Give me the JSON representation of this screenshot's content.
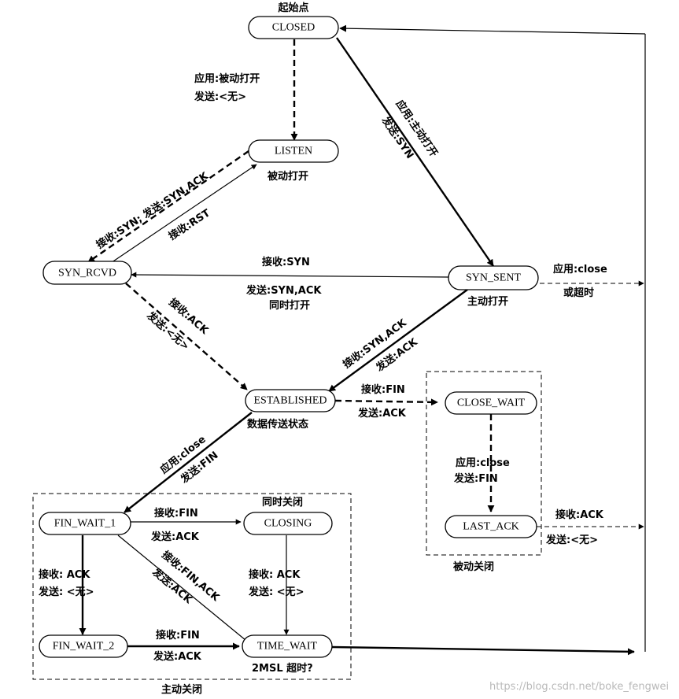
{
  "states": {
    "closed": "CLOSED",
    "listen": "LISTEN",
    "syn_rcvd": "SYN_RCVD",
    "syn_sent": "SYN_SENT",
    "established": "ESTABLISHED",
    "close_wait": "CLOSE_WAIT",
    "last_ack": "LAST_ACK",
    "fin_wait_1": "FIN_WAIT_1",
    "fin_wait_2": "FIN_WAIT_2",
    "closing": "CLOSING",
    "time_wait": "TIME_WAIT"
  },
  "notes": {
    "start_point": "起始点",
    "passive_open": "被动打开",
    "active_open": "主动打开",
    "simultaneous_open": "同时打开",
    "data_transfer": "数据传送状态",
    "simultaneous_close": "同时关闭",
    "passive_close": "被动关闭",
    "active_close": "主动关闭",
    "timeout_2msl": "2MSL 超时?"
  },
  "transitions": {
    "closed_listen_app": "应用:被动打开",
    "closed_listen_send": "发送:<无>",
    "closed_synsent_app": "应用:主动打开",
    "closed_synsent_send": "发送:SYN",
    "listen_synrcvd": "接收:SYN; 发送:SYN,ACK",
    "synrcvd_listen": "接收:RST",
    "synsent_synrcvd_recv": "接收:SYN",
    "synsent_synrcvd_send": "发送:SYN,ACK",
    "synrcvd_est_recv": "接收:ACK",
    "synrcvd_est_send": "发送:<无>",
    "synsent_est_recv": "接收:SYN,ACK",
    "synsent_est_send": "发送:ACK",
    "synsent_closed_app": "应用:close",
    "synsent_closed_timeout": "或超时",
    "est_closewait_recv": "接收:FIN",
    "est_closewait_send": "发送:ACK",
    "closewait_lastack_app": "应用:close",
    "closewait_lastack_send": "发送:FIN",
    "lastack_closed_recv": "接收:ACK",
    "lastack_closed_send": "发送:<无>",
    "est_finwait1_app": "应用:close",
    "est_finwait1_send": "发送:FIN",
    "finwait1_closing_recv": "接收:FIN",
    "finwait1_closing_send": "发送:ACK",
    "finwait1_timewait_recv": "接收:FIN,ACK",
    "finwait1_timewait_send": "发送:ACK",
    "finwait1_finwait2_recv": "接收:  ACK",
    "finwait1_finwait2_send": "发送:  <无>",
    "closing_timewait_recv": "接收:  ACK",
    "closing_timewait_send": "发送:  <无>",
    "finwait2_timewait_recv": "接收:FIN",
    "finwait2_timewait_send": "发送:ACK"
  },
  "watermark": "https://blog.csdn.net/boke_fengwei"
}
